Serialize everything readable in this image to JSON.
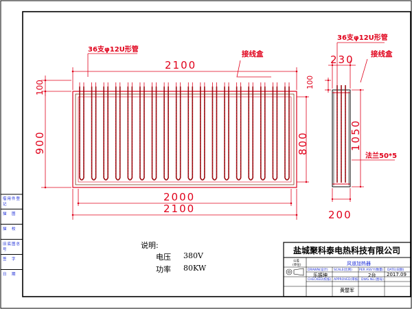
{
  "drawing": {
    "heater_label_main": "36支φ12U形管",
    "heater_label_side": "36支φ12U形管",
    "junction_box_main": "接线盒",
    "junction_box_side": "接线盒",
    "flange_label": "法兰50*5",
    "dimensions": {
      "top_width": "2100",
      "left_top": "100",
      "left_height": "900",
      "right_inner_height": "800",
      "bottom_inner_width": "2000",
      "bottom_outer_width": "2100",
      "side_top_width": "230",
      "side_top_right": "100",
      "side_height": "1050",
      "side_bottom_width": "200"
    }
  },
  "side_strip": {
    "labels": [
      "借用件登记",
      "描　图",
      "描　校",
      "旧底图总号",
      "签　字",
      "日　期"
    ]
  },
  "notes": {
    "title": "说明:",
    "voltage_label": "电压",
    "voltage_value": "380V",
    "power_label": "功率",
    "power_value": "80KW"
  },
  "title_block": {
    "company": "盐城聚科泰电热科技有限公司",
    "product_name": "风道加热器",
    "drawn_header": "DRAWN(设计)",
    "scale_header": "SCALE(比例)",
    "qty_header": "PER ASS'Y(数量)",
    "date_header": "DATE(日期)",
    "drawn_value": "乐振坤",
    "qty_value": "2台",
    "date_value": "2017.09",
    "checked_header": "CHECKED(校核)",
    "approved_header": "APPROVED(审核)",
    "dwg_header": "DWG.No.(图号)",
    "checked_value": "黄楚军",
    "unit_label": "公差",
    "unit_sub": "(单位)"
  }
}
